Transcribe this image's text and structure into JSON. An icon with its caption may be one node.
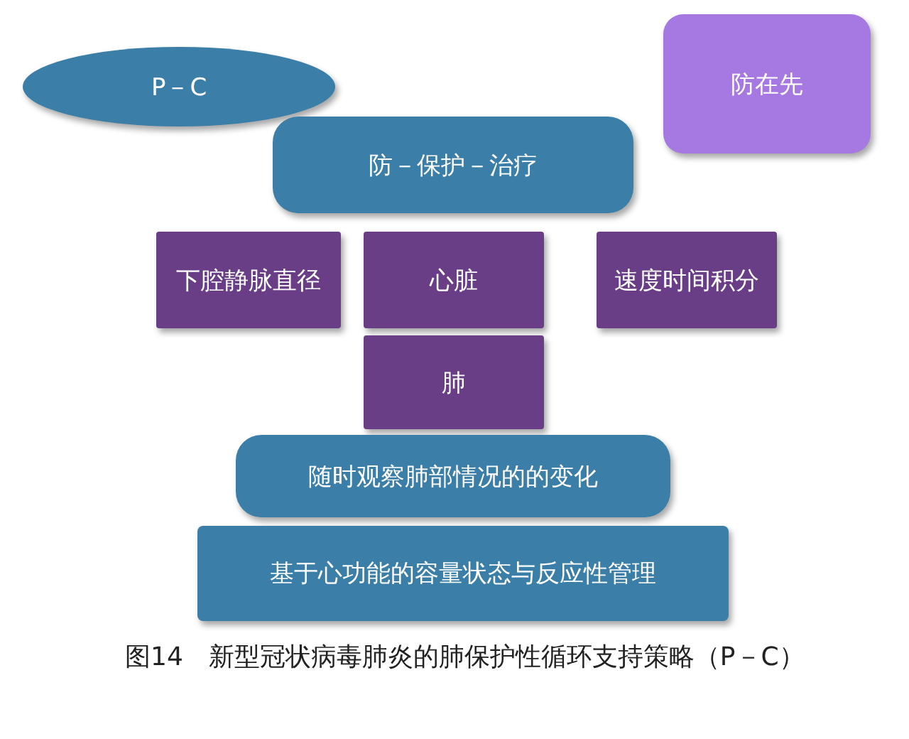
{
  "diagram": {
    "caption": "图14　新型冠状病毒肺炎的肺保护性循环支持策略（P－C）",
    "nodes": [
      {
        "text": [
          "P－C"
        ]
      },
      {
        "text": [
          "防在先"
        ]
      },
      {
        "text": [
          "防－保护－治疗"
        ]
      },
      {
        "text": [
          "下腔静脉直径"
        ]
      },
      {
        "text": [
          "心脏"
        ]
      },
      {
        "text": [
          "速度时间积分"
        ]
      },
      {
        "text": [
          "肺"
        ]
      },
      {
        "text": [
          "随时观察肺部情况的的变化"
        ]
      },
      {
        "text": [
          "基于心功能的容量状态与反应性管理"
        ]
      }
    ]
  }
}
